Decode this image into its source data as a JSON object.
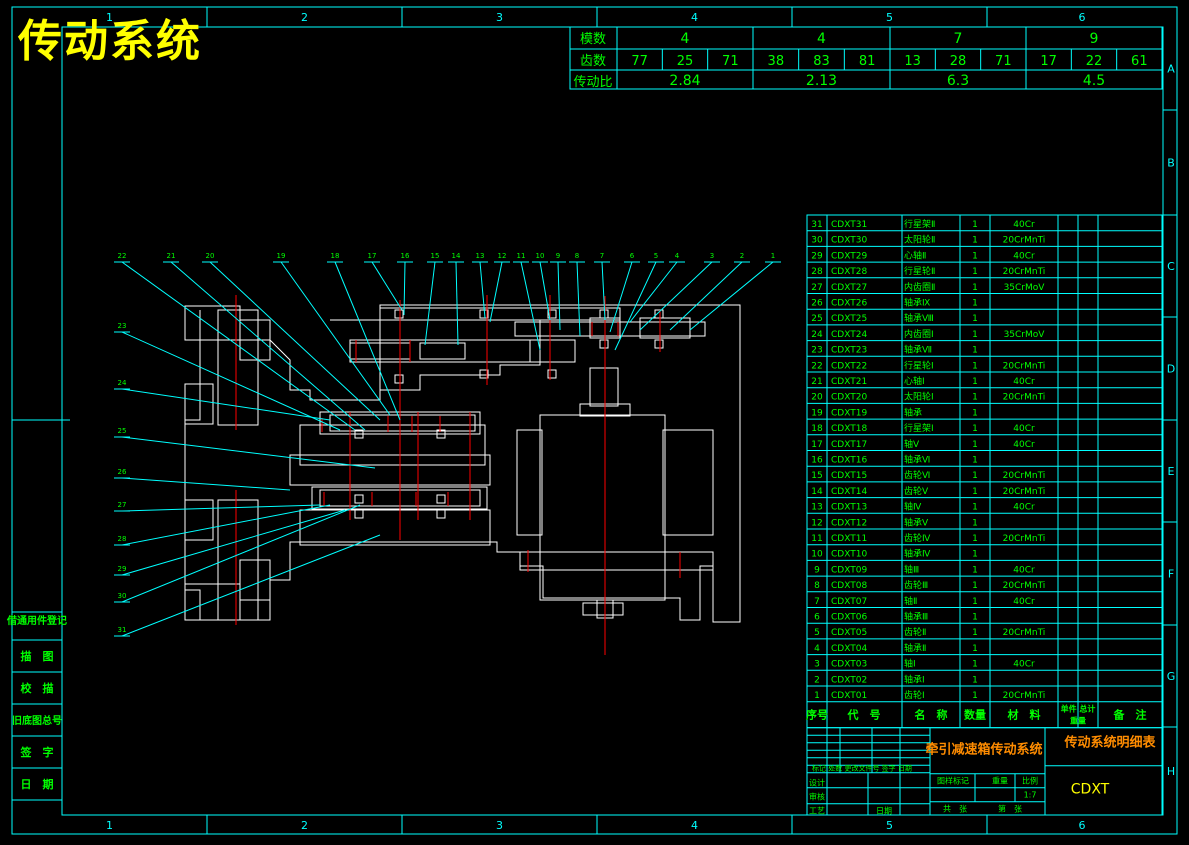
{
  "title": "传动系统",
  "colors": {
    "frame": "#00ffff",
    "drawing": "#ffffff",
    "text": "#00ff00",
    "title": "#ffff00",
    "axis": "#ff0000"
  },
  "zone_columns": [
    "1",
    "2",
    "3",
    "4",
    "5",
    "6"
  ],
  "zone_rows": [
    "A",
    "B",
    "C",
    "D",
    "E",
    "F",
    "G",
    "H"
  ],
  "gear_table": {
    "row_labels": [
      "模数",
      "齿数",
      "传动比"
    ],
    "modules": [
      "4",
      "4",
      "7",
      "9"
    ],
    "teeth": [
      "77",
      "25",
      "71",
      "38",
      "83",
      "81",
      "13",
      "28",
      "71",
      "17",
      "22",
      "61"
    ],
    "ratios": [
      "2.84",
      "2.13",
      "6.3",
      "4.5"
    ]
  },
  "callouts": [
    "22",
    "21",
    "20",
    "19",
    "18",
    "17",
    "16",
    "15",
    "14",
    "13",
    "12",
    "11",
    "10",
    "9",
    "8",
    "7",
    "6",
    "5",
    "4",
    "3",
    "2",
    "1",
    "23",
    "24",
    "25",
    "26",
    "27",
    "28",
    "29",
    "30",
    "31"
  ],
  "left_labels": [
    "借通用件登记",
    "描　图",
    "校　描",
    "旧底图总号",
    "签　字",
    "日　期"
  ],
  "bom": [
    [
      "31",
      "CDXT31",
      "行星架Ⅱ",
      "1",
      "40Cr"
    ],
    [
      "30",
      "CDXT30",
      "太阳轮Ⅱ",
      "1",
      "20CrMnTi"
    ],
    [
      "29",
      "CDXT29",
      "心轴Ⅱ",
      "1",
      "40Cr"
    ],
    [
      "28",
      "CDXT28",
      "行星轮Ⅱ",
      "1",
      "20CrMnTi"
    ],
    [
      "27",
      "CDXT27",
      "内齿圈Ⅱ",
      "1",
      "35CrMoV"
    ],
    [
      "26",
      "CDXT26",
      "轴承Ⅸ",
      "1",
      ""
    ],
    [
      "25",
      "CDXT25",
      "轴承Ⅷ",
      "1",
      ""
    ],
    [
      "24",
      "CDXT24",
      "内齿圈Ⅰ",
      "1",
      "35CrMoV"
    ],
    [
      "23",
      "CDXT23",
      "轴承Ⅶ",
      "1",
      ""
    ],
    [
      "22",
      "CDXT22",
      "行星轮Ⅰ",
      "1",
      "20CrMnTi"
    ],
    [
      "21",
      "CDXT21",
      "心轴Ⅰ",
      "1",
      "40Cr"
    ],
    [
      "20",
      "CDXT20",
      "太阳轮Ⅰ",
      "1",
      "20CrMnTi"
    ],
    [
      "19",
      "CDXT19",
      "轴承",
      "1",
      ""
    ],
    [
      "18",
      "CDXT18",
      "行星架Ⅰ",
      "1",
      "40Cr"
    ],
    [
      "17",
      "CDXT17",
      "轴Ⅴ",
      "1",
      "40Cr"
    ],
    [
      "16",
      "CDXT16",
      "轴承Ⅵ",
      "1",
      ""
    ],
    [
      "15",
      "CDXT15",
      "齿轮Ⅵ",
      "1",
      "20CrMnTi"
    ],
    [
      "14",
      "CDXT14",
      "齿轮Ⅴ",
      "1",
      "20CrMnTi"
    ],
    [
      "13",
      "CDXT13",
      "轴Ⅳ",
      "1",
      "40Cr"
    ],
    [
      "12",
      "CDXT12",
      "轴承Ⅴ",
      "1",
      ""
    ],
    [
      "11",
      "CDXT11",
      "齿轮Ⅳ",
      "1",
      "20CrMnTi"
    ],
    [
      "10",
      "CDXT10",
      "轴承Ⅳ",
      "1",
      ""
    ],
    [
      "9",
      "CDXT09",
      "轴Ⅲ",
      "1",
      "40Cr"
    ],
    [
      "8",
      "CDXT08",
      "齿轮Ⅲ",
      "1",
      "20CrMnTi"
    ],
    [
      "7",
      "CDXT07",
      "轴Ⅱ",
      "1",
      "40Cr"
    ],
    [
      "6",
      "CDXT06",
      "轴承Ⅲ",
      "1",
      ""
    ],
    [
      "5",
      "CDXT05",
      "齿轮Ⅱ",
      "1",
      "20CrMnTi"
    ],
    [
      "4",
      "CDXT04",
      "轴承Ⅱ",
      "1",
      ""
    ],
    [
      "3",
      "CDXT03",
      "轴Ⅰ",
      "1",
      "40Cr"
    ],
    [
      "2",
      "CDXT02",
      "轴承Ⅰ",
      "1",
      ""
    ],
    [
      "1",
      "CDXT01",
      "齿轮Ⅰ",
      "1",
      "20CrMnTi"
    ]
  ],
  "bom_header": [
    "序号",
    "代　号",
    "名　称",
    "数量",
    "材　料",
    "单件 总计 重量",
    "备　注"
  ],
  "title_block": {
    "main_title": "牵引减速箱传动系统",
    "sub_title": "传动系统明细表",
    "code": "CDXT",
    "scale": "1:7",
    "stage_mark_label": "图样标记",
    "weight_label": "重量",
    "scale_label": "比例",
    "sheet_total": "共　张",
    "sheet_no": "第　张",
    "rev_headers": [
      "标记",
      "处数",
      "更改文件号",
      "签字",
      "日期"
    ],
    "role_labels": [
      "设计",
      "审核",
      "工艺"
    ],
    "date_label": "日期"
  }
}
